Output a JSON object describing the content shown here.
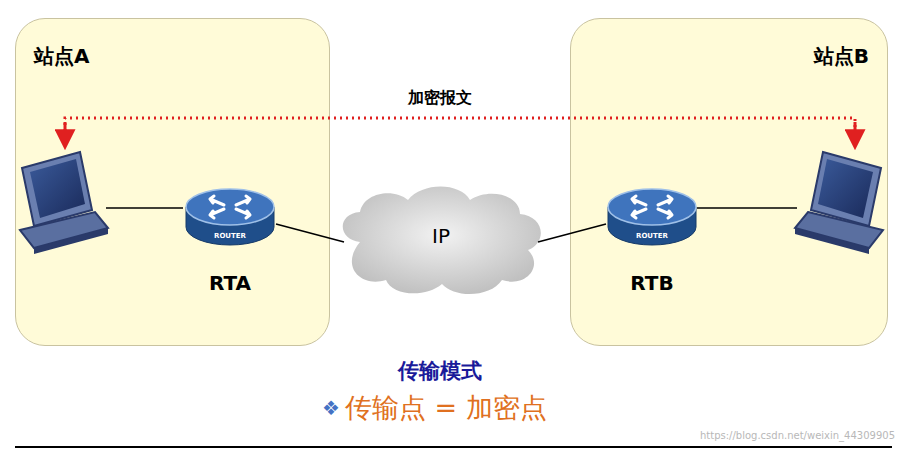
{
  "diagram": {
    "nodes": [
      {
        "text": [
          "站点A"
        ]
      },
      {
        "text": [
          "ROUTER",
          "RTA"
        ],
        "in": 0
      },
      {
        "text": [
          "IP"
        ]
      },
      {
        "text": [
          "站点B"
        ]
      },
      {
        "text": [
          "ROUTER",
          "RTB"
        ],
        "in": 3
      }
    ],
    "edges": [
      {
        "from": 1,
        "to": 2,
        "arrow": "none"
      },
      {
        "from": 2,
        "to": 4,
        "arrow": "none"
      }
    ],
    "labels": [
      "加密报文",
      "传输模式",
      "❖",
      "传输点 = 加密点",
      "https://blog.csdn.net/weixin_44309905"
    ]
  }
}
